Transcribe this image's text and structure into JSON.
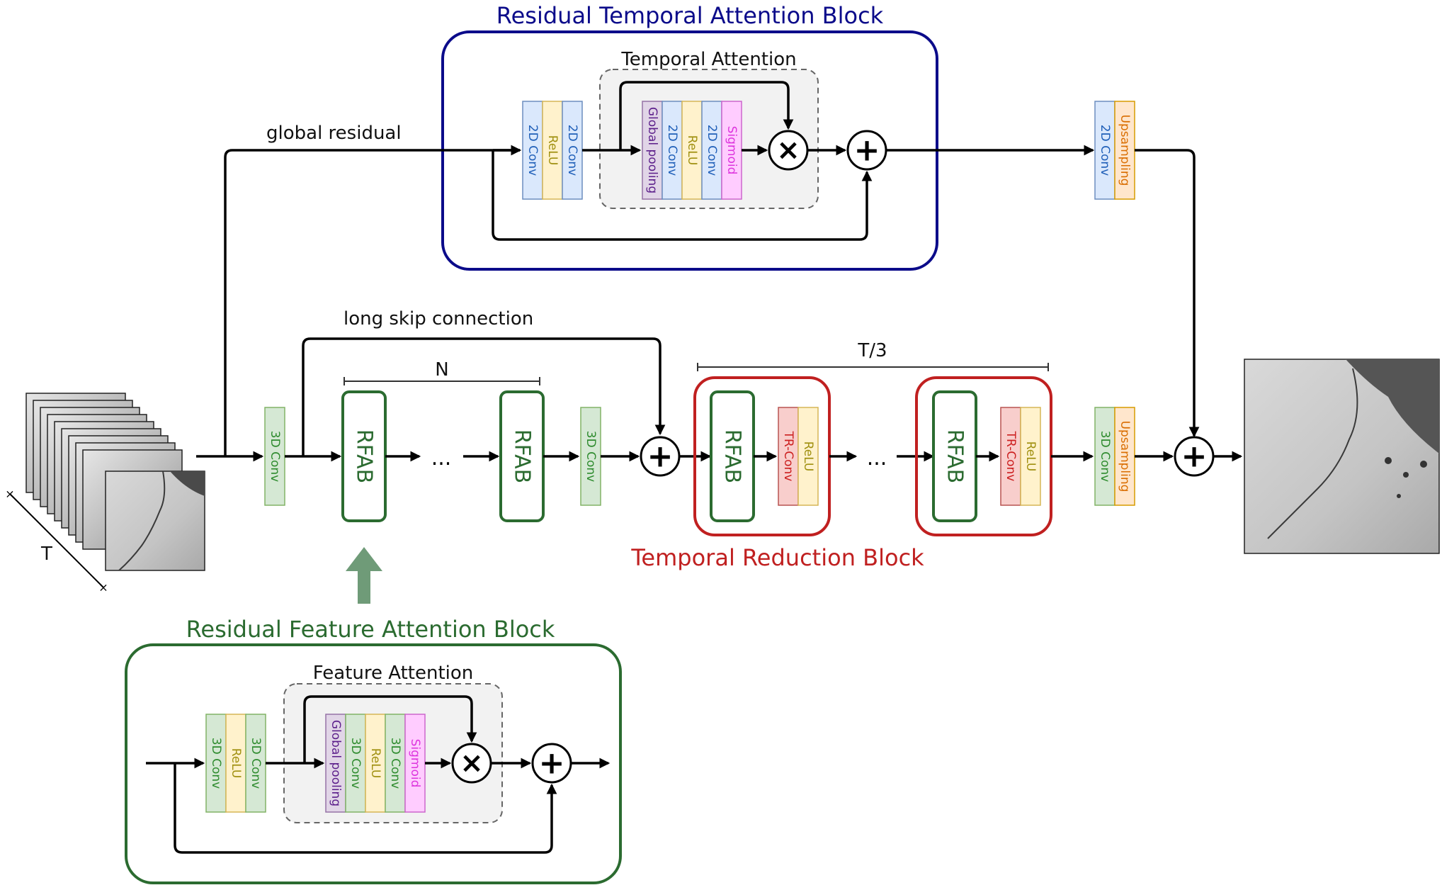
{
  "colors": {
    "conv2d_fill": "#dae8fc",
    "conv2d_stroke": "#6c8ebf",
    "conv2d_text": "#1f5fb8",
    "conv3d_fill": "#d5e8d4",
    "conv3d_stroke": "#82b366",
    "conv3d_text": "#2e8b2e",
    "relu_fill": "#fff2cc",
    "relu_stroke": "#d6b656",
    "relu_text": "#a09010",
    "pool_fill": "#e1d5e7",
    "pool_stroke": "#9673a6",
    "pool_text": "#5b1d8a",
    "sigmoid_fill": "#ffccff",
    "sigmoid_stroke": "#cc66cc",
    "sigmoid_text": "#dd33dd",
    "upsampling_fill": "#ffe6cc",
    "upsampling_stroke": "#d79b00",
    "upsampling_text": "#d96d00",
    "trconv_fill": "#f8cecc",
    "trconv_stroke": "#b85450",
    "trconv_text": "#cc1f1f",
    "rtab_border": "#0b0b8a",
    "rfab_border": "#2b6b30",
    "trb_border": "#c02020",
    "attention_bg": "#f2f2f2",
    "attention_border": "#666666"
  },
  "titles": {
    "rtab": "Residual Temporal Attention Block",
    "temporal_attention": "Temporal Attention",
    "trb": "Temporal Reduction Block",
    "rfab": "Residual Feature Attention Block",
    "feature_attention": "Feature Attention"
  },
  "labels": {
    "global_residual": "global residual",
    "long_skip": "long skip connection",
    "n": "N",
    "t_over_3": "T/3",
    "t": "T",
    "ellipsis": "...",
    "rfab": "RFAB"
  },
  "layers": {
    "conv2d": "2D Conv",
    "conv3d": "3D Conv",
    "relu": "ReLU",
    "global_pooling": "Global pooling",
    "sigmoid": "Sigmoid",
    "upsampling": "Upsampling",
    "tr_conv": "TR-Conv"
  },
  "operators": {
    "multiply": "×",
    "add": "+"
  }
}
